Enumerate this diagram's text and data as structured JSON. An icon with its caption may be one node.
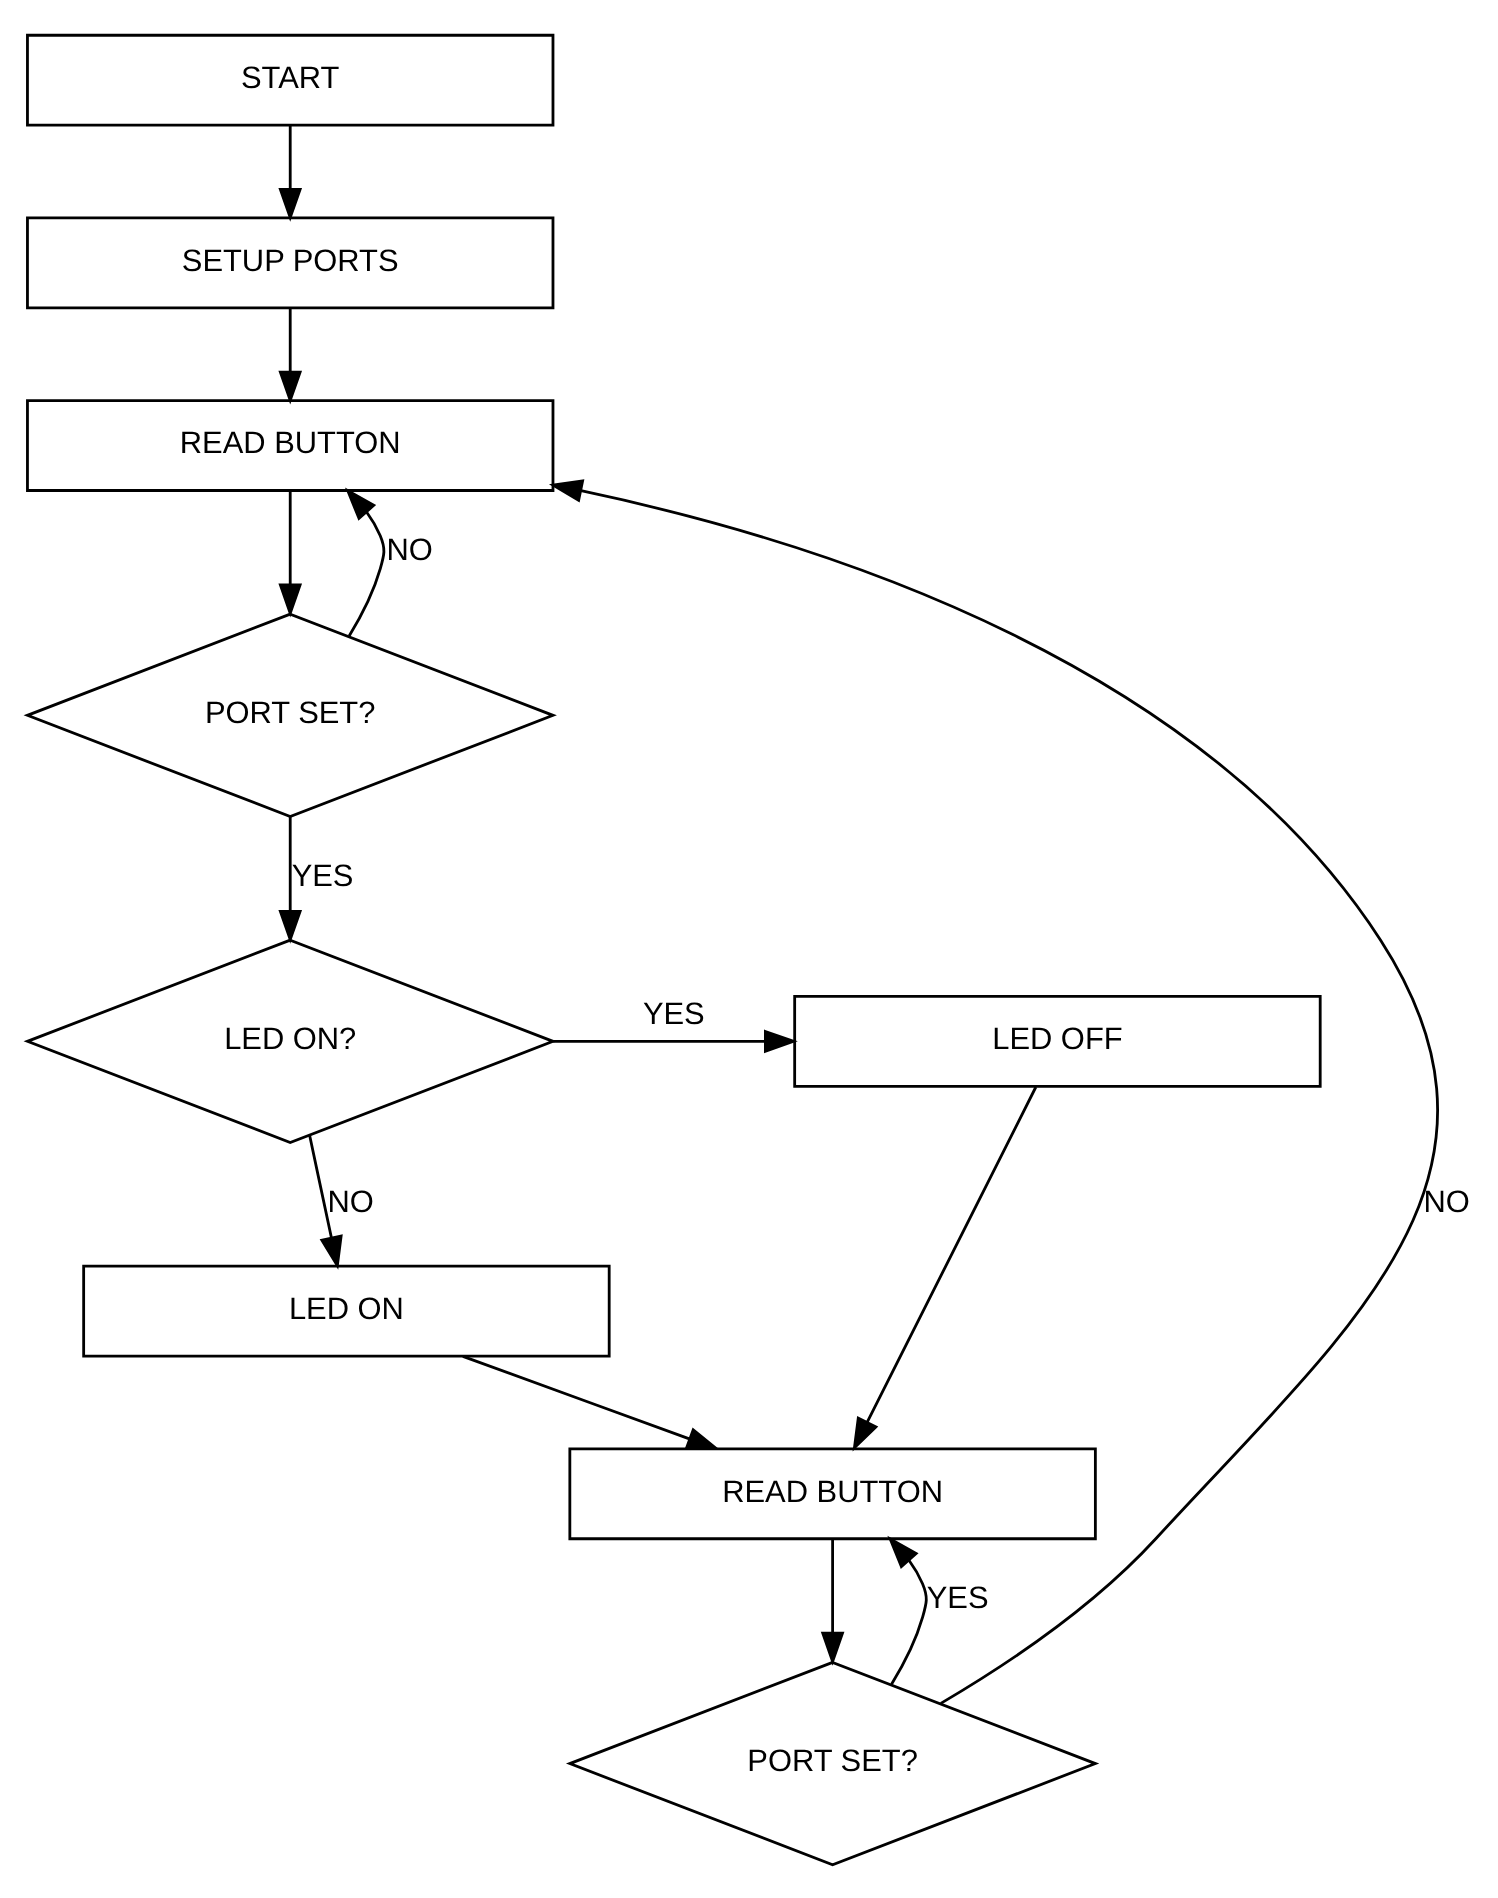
{
  "diagram": {
    "nodes": [
      {
        "text": [
          "START"
        ]
      },
      {
        "text": [
          "SETUP PORTS"
        ]
      },
      {
        "text": [
          "READ BUTTON"
        ]
      },
      {
        "text": [
          "PORT SET?"
        ]
      },
      {
        "text": [
          "LED ON?"
        ]
      },
      {
        "text": [
          "LED OFF"
        ]
      },
      {
        "text": [
          "LED ON"
        ]
      },
      {
        "text": [
          "READ BUTTON"
        ]
      },
      {
        "text": [
          "PORT SET?"
        ]
      }
    ],
    "edges": [
      {
        "from": 0,
        "to": 1,
        "arrow": "to"
      },
      {
        "from": 1,
        "to": 2,
        "arrow": "to"
      },
      {
        "from": 2,
        "to": 3,
        "arrow": "to"
      },
      {
        "from": 3,
        "to": 2,
        "arrow": "to",
        "label": "NO"
      },
      {
        "from": 3,
        "to": 4,
        "arrow": "to",
        "label": "YES"
      },
      {
        "from": 4,
        "to": 5,
        "arrow": "to",
        "label": "YES"
      },
      {
        "from": 4,
        "to": 6,
        "arrow": "to",
        "label": "NO"
      },
      {
        "from": 6,
        "to": 7,
        "arrow": "to"
      },
      {
        "from": 5,
        "to": 7,
        "arrow": "to"
      },
      {
        "from": 7,
        "to": 8,
        "arrow": "to"
      },
      {
        "from": 8,
        "to": 7,
        "arrow": "to",
        "label": "YES"
      },
      {
        "from": 8,
        "to": 2,
        "arrow": "to",
        "label": "NO"
      }
    ]
  }
}
